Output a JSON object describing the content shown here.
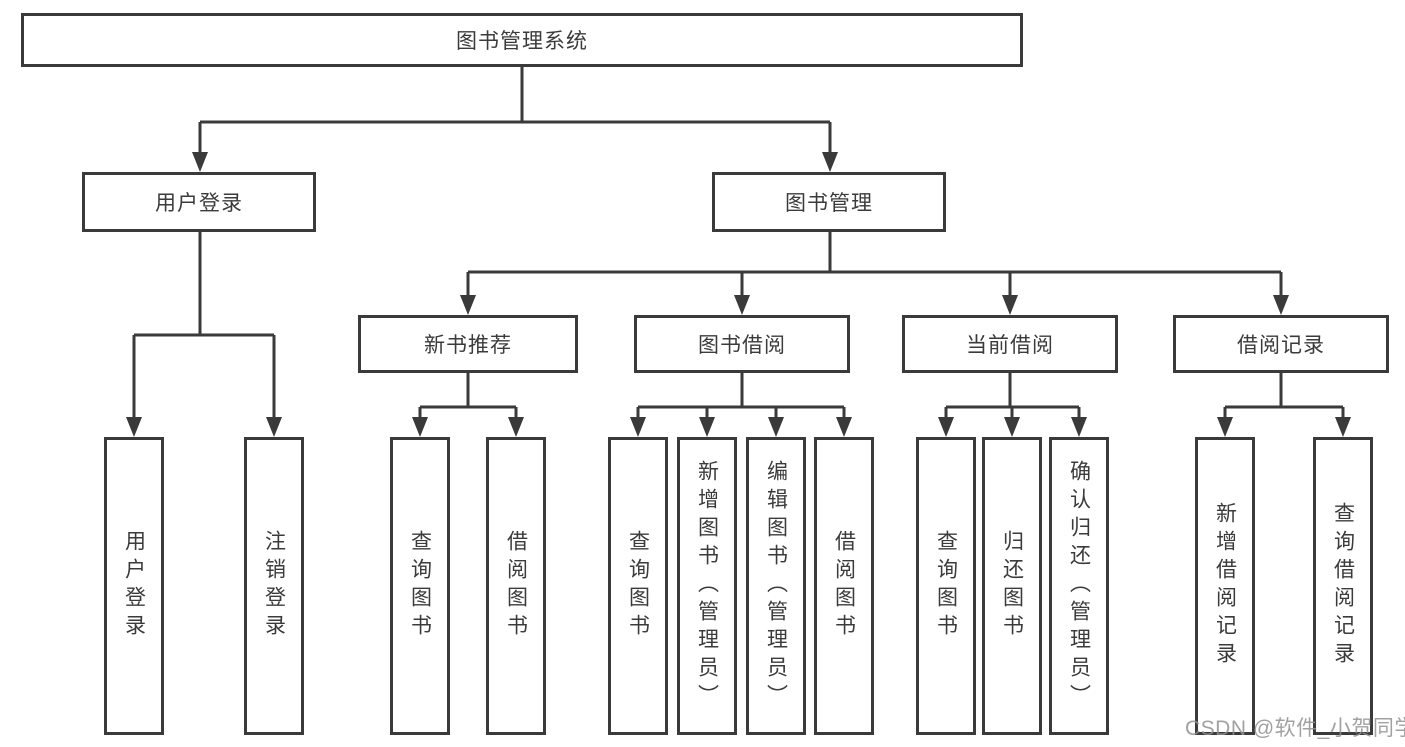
{
  "tree": {
    "root": "图书管理系统",
    "level2": [
      "用户登录",
      "图书管理"
    ],
    "level3": [
      "新书推荐",
      "图书借阅",
      "当前借阅",
      "借阅记录"
    ],
    "leaves": {
      "user_login": [
        "用户登录",
        "注销登录"
      ],
      "new_book": [
        "查询图书",
        "借阅图书"
      ],
      "book_borrow": [
        "查询图书",
        "新增图书（管理员）",
        "编辑图书（管理员）",
        "借阅图书"
      ],
      "current_borrow": [
        "查询图书",
        "归还图书",
        "确认归还（管理员）"
      ],
      "borrow_record": [
        "新增借阅记录",
        "查询借阅记录"
      ]
    }
  },
  "watermark": "CSDN @软件_小贺同学",
  "colors": {
    "line": "#3a3a3a",
    "text": "#3b3b3b",
    "background": "#ffffff",
    "watermark": "#919191"
  }
}
